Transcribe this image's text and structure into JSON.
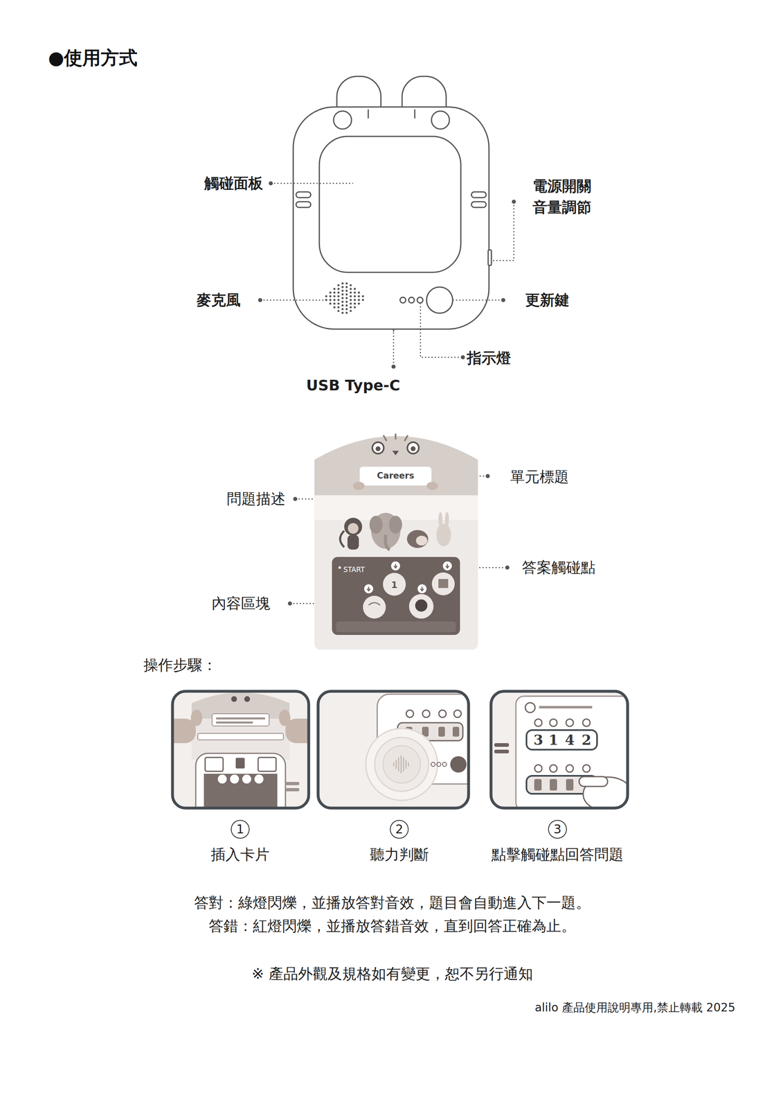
{
  "diagram": {
    "title": "●使用方式",
    "nodes": [
      {
        "text": [
          "1"
        ]
      },
      {
        "text": [
          "2"
        ]
      },
      {
        "text": [
          "3"
        ]
      }
    ],
    "edges": [],
    "labels": [
      "觸碰面板",
      "電源開關 音量調節",
      "麥克風",
      "更新鍵",
      "指示燈",
      "USB Type-C",
      "Careers",
      "START",
      "1",
      "單元標題",
      "問題描述",
      "答案觸碰點",
      "內容區塊",
      "操作步驟：",
      "3",
      "1",
      "4",
      "2",
      "插入卡片",
      "聽力判斷",
      "點擊觸碰點回答問題",
      "答對：綠燈閃爍，並播放答對音效，題目會自動進入下一題。",
      "答錯：紅燈閃爍，並播放答錯音效，直到回答正確為止。",
      "※ 產品外觀及規格如有變更，恕不另行通知",
      "alilo 產品使用說明專用,禁止轉載 2025"
    ]
  }
}
